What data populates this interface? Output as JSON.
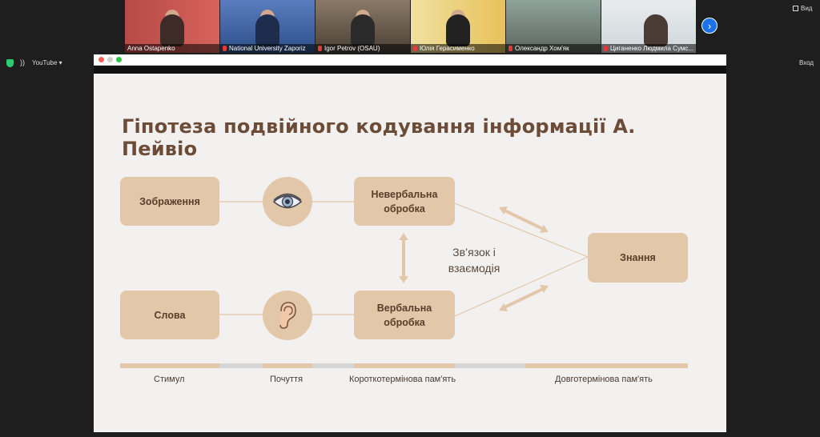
{
  "participants": [
    {
      "name": "Anna Ostapenko",
      "bg": "#c9584f",
      "muted": false
    },
    {
      "name": "National University Zaporiz",
      "bg": "#2d4f8a",
      "muted": true
    },
    {
      "name": "Igor Petrov (OSAU)",
      "bg": "#4a4036",
      "muted": true
    },
    {
      "name": "Юлія Герасименко",
      "bg": "#e8c25a",
      "muted": true
    },
    {
      "name": "Олександр Хом'як",
      "bg": "#5c6660",
      "muted": true
    },
    {
      "name": "Циганенко Людмила Сумс...",
      "bg": "#cfd6d9",
      "muted": true
    }
  ],
  "toolbar": {
    "view_label": "Вид",
    "app_name": "YouTube",
    "exit_label": "Вход"
  },
  "slide": {
    "title": "Гіпотеза подвійного кодування інформації А. Пейвіо",
    "boxes": {
      "image": "Зображення",
      "words": "Слова",
      "nonverbal": "Невербальна обробка",
      "verbal": "Вербальна обробка",
      "knowledge": "Знання"
    },
    "link_text": "Зв’язок і взаємодія",
    "timeline": [
      "Стимул",
      "Почуття",
      "Короткотермінова пам'ять",
      "Довготермінова пам'ять"
    ]
  },
  "colors": {
    "accent_box": "#e2c7a8",
    "title_text": "#6d4c37",
    "timeline_accent": "#e2c7a8",
    "timeline_gray": "#d6d6d6"
  }
}
